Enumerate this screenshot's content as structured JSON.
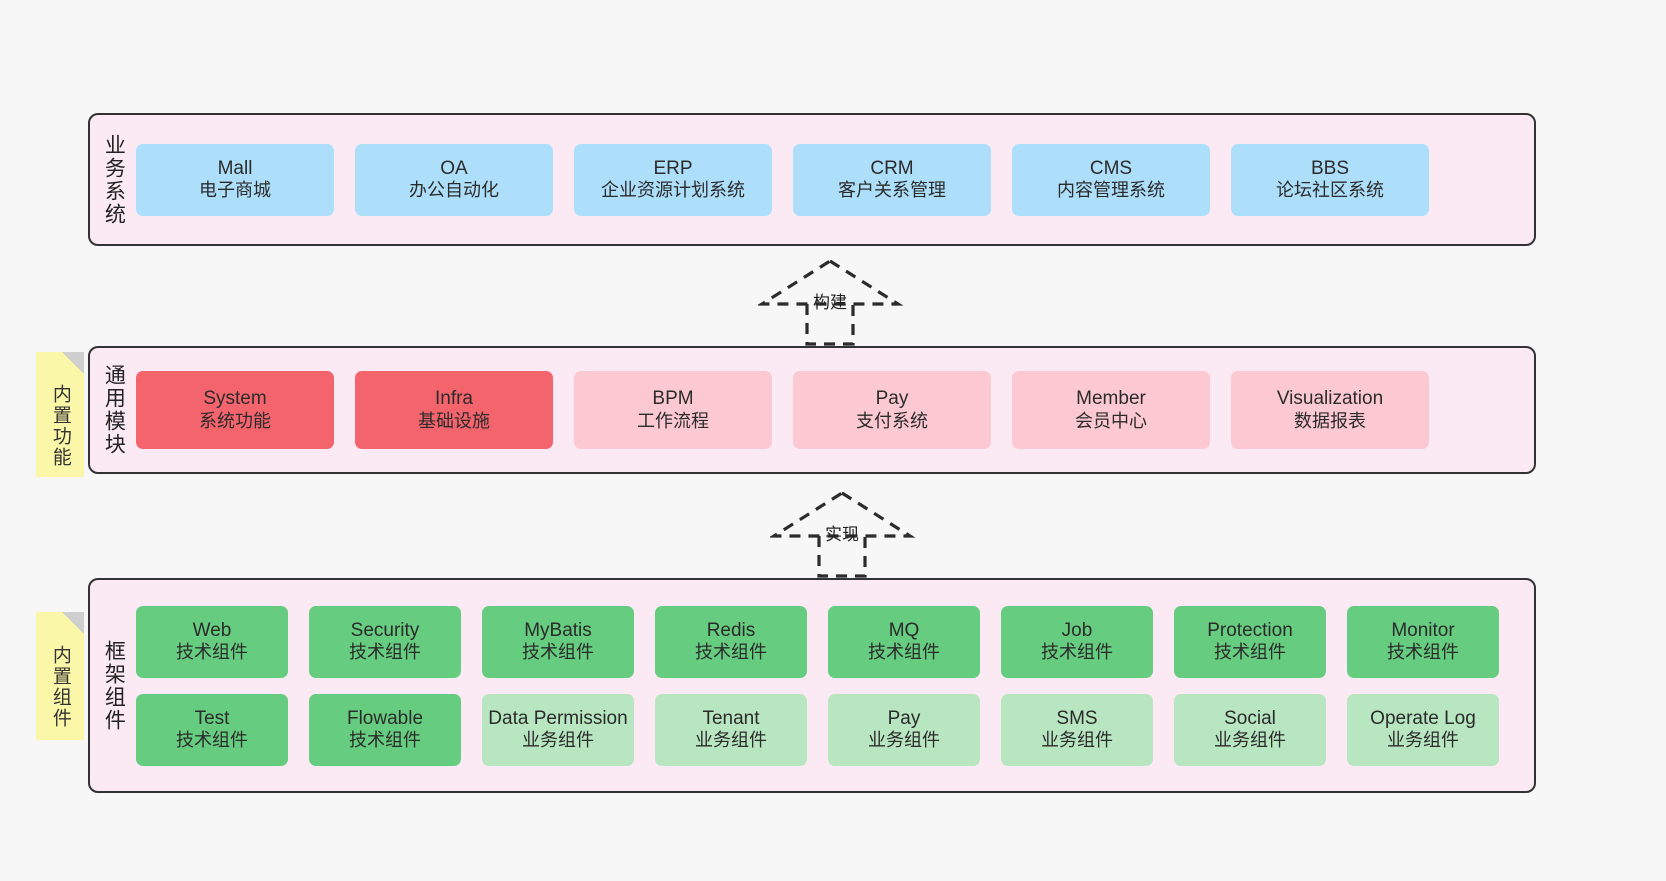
{
  "diagram": {
    "background": "#f7f7f7",
    "layer_bg": "#fbeaf4",
    "border": "#333333"
  },
  "layers": [
    {
      "id": "business-system",
      "title": "业务系统",
      "node_color": "#addffb",
      "nodes": [
        {
          "en": "Mall",
          "cn": "电子商城"
        },
        {
          "en": "OA",
          "cn": "办公自动化"
        },
        {
          "en": "ERP",
          "cn": "企业资源计划系统"
        },
        {
          "en": "CRM",
          "cn": "客户关系管理"
        },
        {
          "en": "CMS",
          "cn": "内容管理系统"
        },
        {
          "en": "BBS",
          "cn": "论坛社区系统"
        }
      ]
    },
    {
      "id": "common-module",
      "title": "通用模块",
      "note": "内置功能",
      "node_color_primary": "#f4646c",
      "node_color_secondary": "#fcc9d2",
      "nodes": [
        {
          "en": "System",
          "cn": "系统功能",
          "variant": "primary"
        },
        {
          "en": "Infra",
          "cn": "基础设施",
          "variant": "primary"
        },
        {
          "en": "BPM",
          "cn": "工作流程",
          "variant": "secondary"
        },
        {
          "en": "Pay",
          "cn": "支付系统",
          "variant": "secondary"
        },
        {
          "en": "Member",
          "cn": "会员中心",
          "variant": "secondary"
        },
        {
          "en": "Visualization",
          "cn": "数据报表",
          "variant": "secondary"
        }
      ]
    },
    {
      "id": "framework-component",
      "title": "框架组件",
      "note": "内置组件",
      "node_color_tech": "#66cc7f",
      "node_color_biz": "#b7e6c0",
      "rows": [
        [
          {
            "en": "Web",
            "cn": "技术组件",
            "variant": "tech"
          },
          {
            "en": "Security",
            "cn": "技术组件",
            "variant": "tech"
          },
          {
            "en": "MyBatis",
            "cn": "技术组件",
            "variant": "tech"
          },
          {
            "en": "Redis",
            "cn": "技术组件",
            "variant": "tech"
          },
          {
            "en": "MQ",
            "cn": "技术组件",
            "variant": "tech"
          },
          {
            "en": "Job",
            "cn": "技术组件",
            "variant": "tech"
          },
          {
            "en": "Protection",
            "cn": "技术组件",
            "variant": "tech"
          },
          {
            "en": "Monitor",
            "cn": "技术组件",
            "variant": "tech"
          }
        ],
        [
          {
            "en": "Test",
            "cn": "技术组件",
            "variant": "tech"
          },
          {
            "en": "Flowable",
            "cn": "技术组件",
            "variant": "tech"
          },
          {
            "en": "Data Permission",
            "cn": "业务组件",
            "variant": "biz"
          },
          {
            "en": "Tenant",
            "cn": "业务组件",
            "variant": "biz"
          },
          {
            "en": "Pay",
            "cn": "业务组件",
            "variant": "biz"
          },
          {
            "en": "SMS",
            "cn": "业务组件",
            "variant": "biz"
          },
          {
            "en": "Social",
            "cn": "业务组件",
            "variant": "biz"
          },
          {
            "en": "Operate Log",
            "cn": "业务组件",
            "variant": "biz"
          }
        ]
      ]
    }
  ],
  "connectors": [
    {
      "id": "build",
      "label": "构建",
      "style": "dashed-hollow-triangle"
    },
    {
      "id": "implement",
      "label": "实现",
      "style": "dashed-hollow-triangle"
    }
  ]
}
